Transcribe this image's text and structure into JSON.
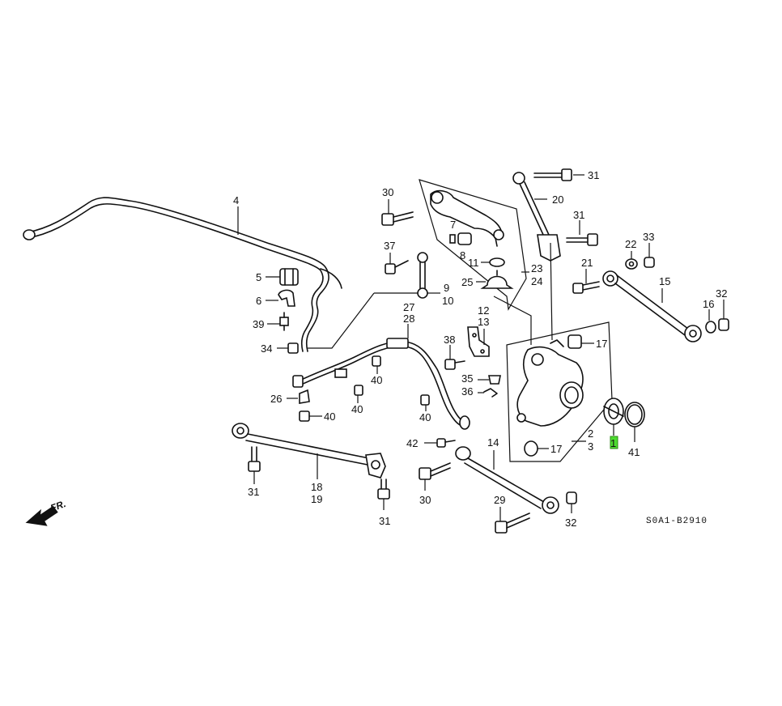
{
  "diagram": {
    "code": "S0A1-B2910",
    "direction_label": "FR.",
    "highlight_color": "#4cdc2f",
    "line_color": "#111111",
    "background": "#ffffff",
    "highlighted_callout": "1"
  },
  "callouts": {
    "c1": "1",
    "c2": "2",
    "c3": "3",
    "c4": "4",
    "c5": "5",
    "c6": "6",
    "c7": "7",
    "c8": "8",
    "c9": "9",
    "c10": "10",
    "c11": "11",
    "c12": "12",
    "c13": "13",
    "c14": "14",
    "c15": "15",
    "c16": "16",
    "c17a": "17",
    "c17b": "17",
    "c18": "18",
    "c19": "19",
    "c20": "20",
    "c21": "21",
    "c22": "22",
    "c23": "23",
    "c24": "24",
    "c25": "25",
    "c26": "26",
    "c27": "27",
    "c28": "28",
    "c29": "29",
    "c30a": "30",
    "c30b": "30",
    "c31a": "31",
    "c31b": "31",
    "c31c": "31",
    "c31d": "31",
    "c32a": "32",
    "c32b": "32",
    "c33": "33",
    "c34": "34",
    "c35": "35",
    "c36": "36",
    "c37": "37",
    "c38": "38",
    "c39": "39",
    "c40a": "40",
    "c40b": "40",
    "c40c": "40",
    "c40d": "40",
    "c41": "41",
    "c42": "42"
  }
}
